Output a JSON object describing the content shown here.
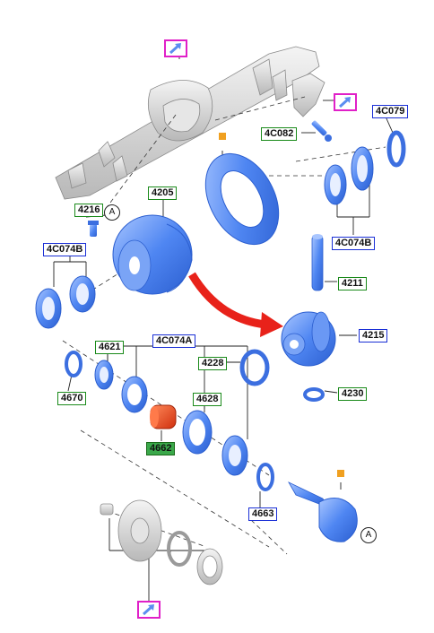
{
  "labels": {
    "l_4C082": "4C082",
    "l_4C079": "4C079",
    "l_4205": "4205",
    "l_4216": "4216",
    "l_4C074B_left": "4C074B",
    "l_4C074B_right": "4C074B",
    "l_4211": "4211",
    "l_4215": "4215",
    "l_4621": "4621",
    "l_4C074A": "4C074A",
    "l_4228": "4228",
    "l_4670": "4670",
    "l_4628": "4628",
    "l_4230": "4230",
    "l_4662": "4662",
    "l_4663": "4663"
  },
  "references": {
    "ref_a_top": "A",
    "ref_a_bottom": "A"
  },
  "icons": {
    "link": "external-link-arrow-icon",
    "marker": "orange-square-marker"
  },
  "colors": {
    "label_blue_border": "#1a2fd6",
    "label_green_border": "#1a8a1a",
    "label_green_fill": "#3aa84a",
    "link_border": "#e020c8",
    "part_blue": "#5b8ef0",
    "part_orange": "#f04a20",
    "arrow_red": "#e8221a",
    "housing_gray": "#dcdcdc",
    "marker_orange": "#f0a020"
  }
}
